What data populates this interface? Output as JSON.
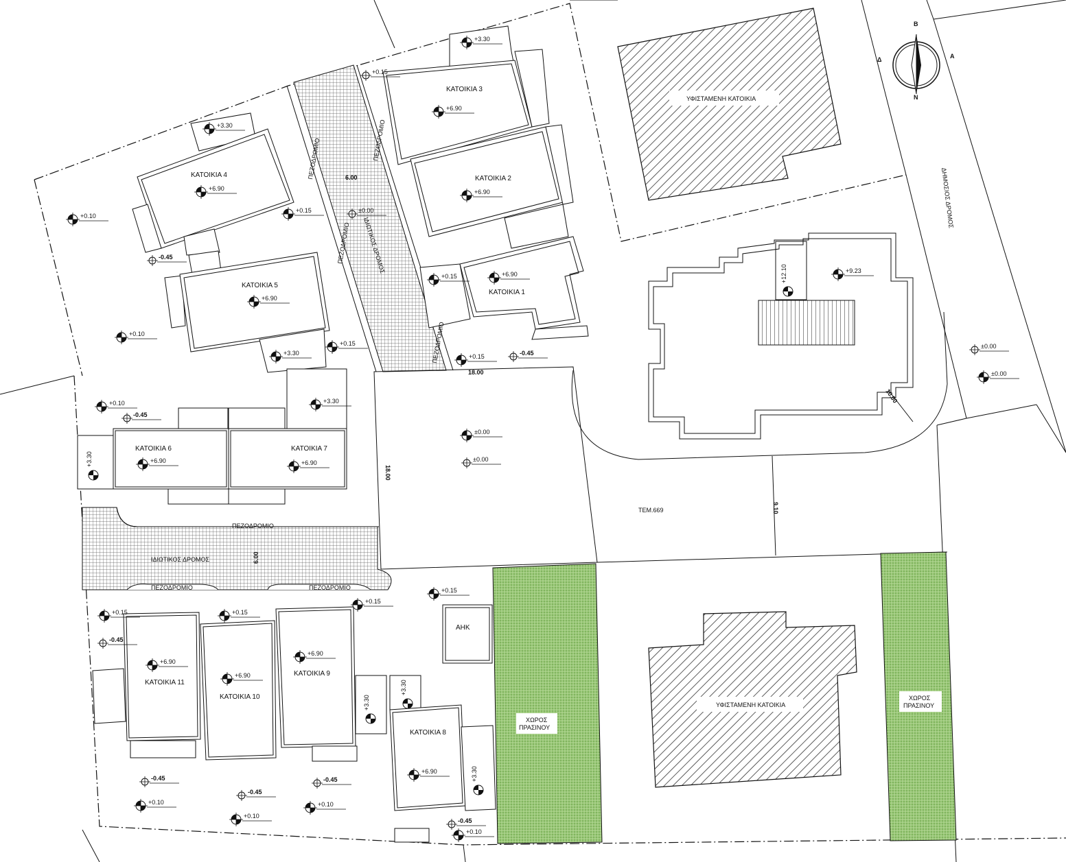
{
  "title": "",
  "compass": {
    "north": "B",
    "south": "N",
    "west": "Δ",
    "east": "A"
  },
  "houses": {
    "h1": "ΚΑΤΟΙΚΙΑ 1",
    "h2": "ΚΑΤΟΙΚΙΑ 2",
    "h3": "ΚΑΤΟΙΚΙΑ 3",
    "h4": "ΚΑΤΟΙΚΙΑ 4",
    "h5": "ΚΑΤΟΙΚΙΑ 5",
    "h6": "ΚΑΤΟΙΚΙΑ 6",
    "h7": "ΚΑΤΟΙΚΙΑ 7",
    "h8": "ΚΑΤΟΙΚΙΑ 8",
    "h9": "ΚΑΤΟΙΚΙΑ 9",
    "h10": "ΚΑΤΟΙΚΙΑ 10",
    "h11": "ΚΑΤΟΙΚΙΑ 11"
  },
  "labels": {
    "existing_house_top": "ΥΦΙΣΤΑΜΕΝΗ ΚΑΤΟΙΚΙΑ",
    "existing_house_bottom": "ΥΦΙΣΤΑΜΕΝΗ ΚΑΤΟΙΚΙΑ",
    "public_road": "ΔΗΜΟΣΙΟΣ ΔΡΟΜΟΣ",
    "private_road": "ΙΔΙΩΤΙΚΟΣ ΔΡΟΜΟΣ",
    "private_road_vertical": "ΙΔΙΩΤΙΚΟΣ ΔΡΟΜΟΣ",
    "sidewalk": "ΠΕΖΟΔΡΟΜΙΟ",
    "plot": "ΤΕΜ.669",
    "ahk": "ΑΗΚ",
    "green_1": "ΧΩΡΟΣ",
    "green_1b": "ΠΡΑΣΙΝΟΥ",
    "green_2": "ΧΩΡΟΣ",
    "green_2b": "ΠΡΑΣΙΝΟΥ"
  },
  "dimensions": {
    "d600_top": "6.00",
    "d600_bottom": "6.00",
    "d1800_h": "18.00",
    "d1800_v": "18.00",
    "d1000": "10.00",
    "d910": "9.10"
  },
  "levels": {
    "p690": "+6.90",
    "p330": "+3.30",
    "p015": "+0.15",
    "p010": "+0.10",
    "m045": "-0.45",
    "z000": "±0.00",
    "p923": "+9.23",
    "p1210": "+12.10"
  },
  "colors": {
    "line": "#111111",
    "green": "#8fbf6a",
    "green_dark": "#5f9a3e",
    "hatch": "#333333"
  }
}
